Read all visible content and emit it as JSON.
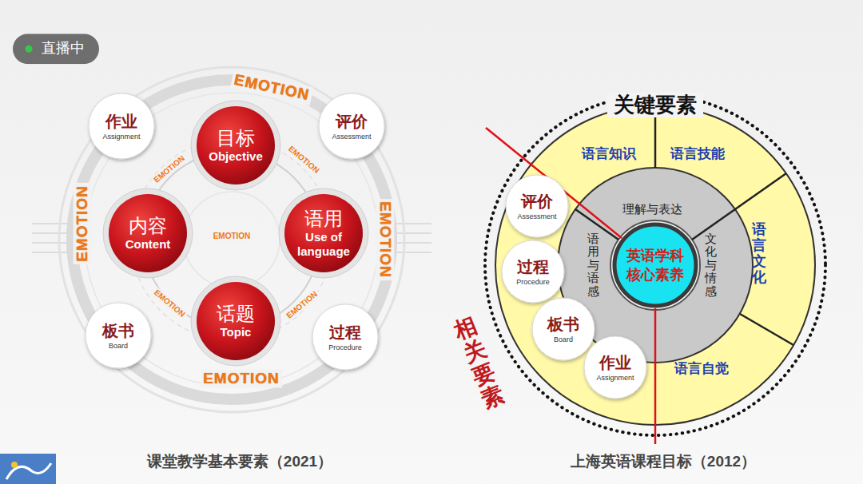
{
  "diagram": {
    "nodes": [
      {
        "text": [
          "作业",
          "Assignment"
        ]
      },
      {
        "text": [
          "目标",
          "Objective"
        ]
      },
      {
        "text": [
          "评价",
          "Assessment"
        ]
      },
      {
        "text": [
          "内容",
          "Content"
        ]
      },
      {
        "text": [
          "语用",
          "Use of language"
        ]
      },
      {
        "text": [
          "话题",
          "Topic"
        ]
      },
      {
        "text": [
          "板书",
          "Board"
        ]
      },
      {
        "text": [
          "过程",
          "Procedure"
        ]
      },
      {
        "text": [
          "关键要素"
        ]
      },
      {
        "text": [
          "语言知识"
        ],
        "in": 8
      },
      {
        "text": [
          "语言技能"
        ],
        "in": 8
      },
      {
        "text": [
          "语言文化"
        ],
        "in": 8
      },
      {
        "text": [
          "语言自觉"
        ],
        "in": 8
      },
      {
        "text": [
          "理解与表达"
        ],
        "in": 8
      },
      {
        "text": [
          "语用与语感"
        ],
        "in": 8
      },
      {
        "text": [
          "文化与情感"
        ],
        "in": 8
      },
      {
        "text": [
          "英语学科 核心素养"
        ],
        "in": 8
      },
      {
        "text": [
          "评价",
          "Assessment"
        ],
        "in": 8
      },
      {
        "text": [
          "过程",
          "Procedure"
        ],
        "in": 8
      },
      {
        "text": [
          "板书",
          "Board"
        ],
        "in": 8
      },
      {
        "text": [
          "作业",
          "Assignment"
        ],
        "in": 8
      }
    ],
    "labels": [
      "直播中",
      "EMOTION",
      "EMOTION",
      "EMOTION",
      "EMOTION",
      "EMOTION",
      "EMOTION",
      "EMOTION",
      "EMOTION",
      "EMOTION",
      "课堂教学基本要素（2021）",
      "上海英语课程目标（2012）",
      "相关要素"
    ]
  }
}
